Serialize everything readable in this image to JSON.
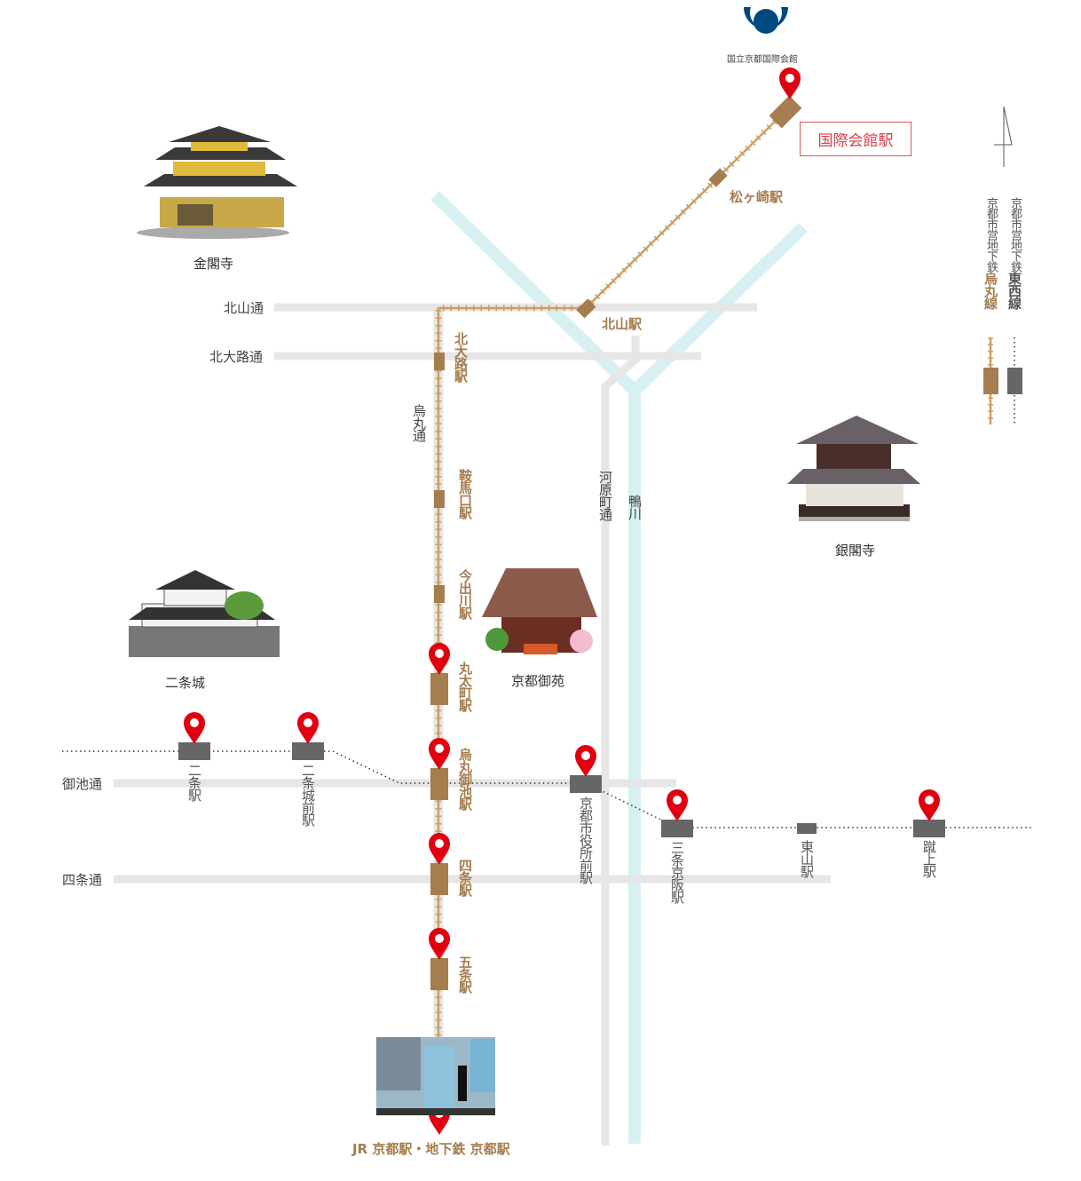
{
  "colors": {
    "karasuma_line": "#a57d4f",
    "tozai_line": "#666666",
    "road": "#e6e6e6",
    "river": "#d7f0f2",
    "pin": "#e0000f",
    "logo": "#004a80"
  },
  "logo": {
    "name": "国立京都国際会館"
  },
  "destination_station": "国際会館駅",
  "legend": {
    "karasuma": {
      "prefix": "京都市営地下鉄",
      "name": "烏丸線"
    },
    "tozai": {
      "prefix": "京都市営地下鉄",
      "name": "東西線"
    },
    "north_arrow": "north-arrow-icon"
  },
  "roads": {
    "kitayama": "北山通",
    "kitaoji": "北大路通",
    "karasuma": "烏丸通",
    "kawaramachi": "河原町通",
    "oike": "御池通",
    "shijo": "四条通"
  },
  "river": "鴨川",
  "landmarks": {
    "kinkakuji": "金閣寺",
    "ginkakuji": "銀閣寺",
    "nijojo": "二条城",
    "gyoen": "京都御苑"
  },
  "karasuma_stations": {
    "matsugasaki": "松ヶ崎駅",
    "kitayama": "北山駅",
    "kitaoji": "北大路駅",
    "kuramaguchi": "鞍馬口駅",
    "imadegawa": "今出川駅",
    "marutamachi": "丸太町駅",
    "karasuma_oike": "烏丸御池駅",
    "shijo": "四条駅",
    "gojo": "五条駅"
  },
  "tozai_stations": {
    "nijo": "二条駅",
    "nijojo_mae": "二条城前駅",
    "shiyakusho_mae": "京都市役所前駅",
    "sanjo_keihan": "三条京阪駅",
    "higashiyama": "東山駅",
    "keage": "蹴上駅"
  },
  "kyoto_station": "JR 京都駅・地下鉄 京都駅"
}
